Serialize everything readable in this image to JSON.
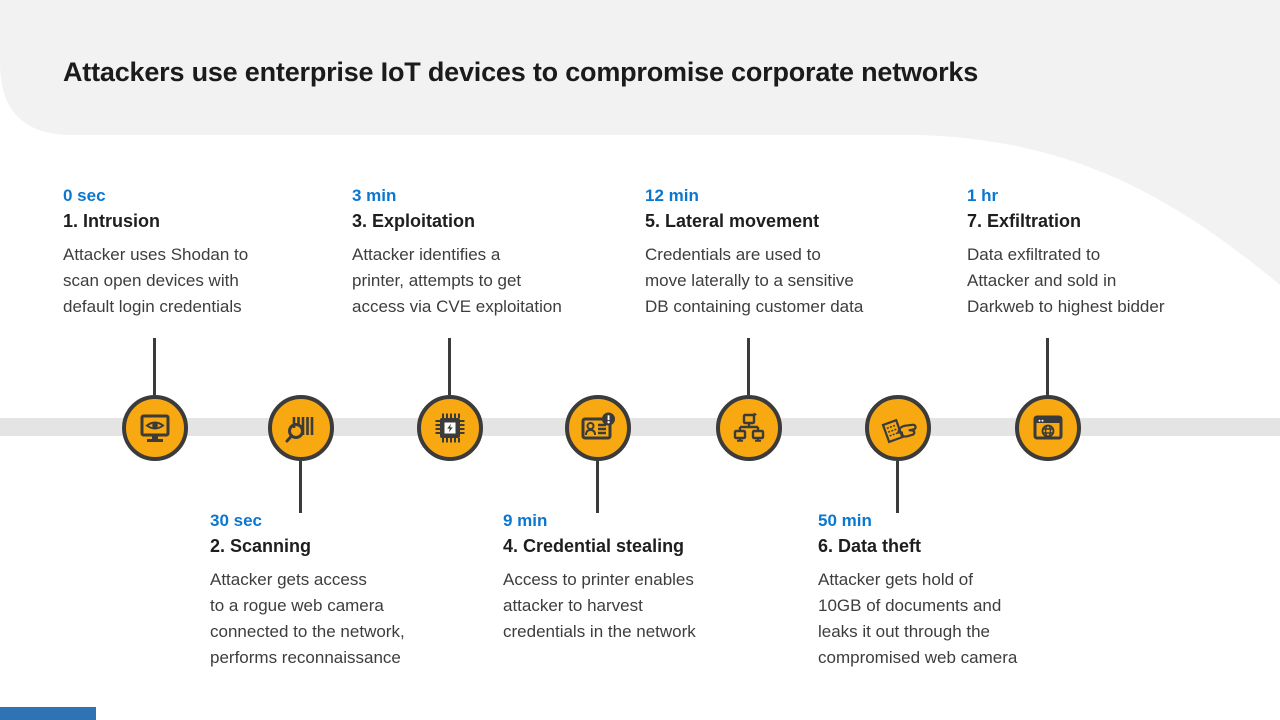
{
  "slide": {
    "title": "Attackers use enterprise IoT devices to compromise corporate networks"
  },
  "colors": {
    "time_label_blue": "#0B78D0",
    "icon_circle_yellow": "#F8A912",
    "icon_stroke_dark": "#3B3B3B",
    "header_gray": "#F2F2F2",
    "timeline_band_gray": "#E4E4E4",
    "footer_accent_blue": "#2E74B5"
  },
  "timeline": {
    "steps": [
      {
        "time": "0 sec",
        "name": "1. Intrusion",
        "description": "Attacker uses Shodan to\nscan open devices with\ndefault login credentials",
        "side": "top",
        "icon": "monitor-eye-icon"
      },
      {
        "time": "30 sec",
        "name": "2. Scanning",
        "description": "Attacker gets access\nto a rogue web camera\nconnected to the network,\nperforms reconnaissance",
        "side": "bottom",
        "icon": "barcode-scanner-icon"
      },
      {
        "time": "3 min",
        "name": "3. Exploitation",
        "description": "Attacker identifies a\nprinter, attempts to get\naccess via CVE exploitation",
        "side": "top",
        "icon": "cpu-exploit-icon"
      },
      {
        "time": "9 min",
        "name": "4. Credential stealing",
        "description": "Access to printer enables\nattacker to harvest\ncredentials in the network",
        "side": "bottom",
        "icon": "id-card-alert-icon"
      },
      {
        "time": "12 min",
        "name": "5. Lateral movement",
        "description": "Credentials are used to\nmove laterally to a sensitive\nDB containing customer data",
        "side": "top",
        "icon": "network-nodes-icon"
      },
      {
        "time": "50 min",
        "name": "6. Data theft",
        "description": "Attacker gets hold of\n10GB of documents and\nleaks it out through the\ncompromised web camera",
        "side": "bottom",
        "icon": "hand-stealing-data-icon"
      },
      {
        "time": "1 hr",
        "name": "7. Exfiltration",
        "description": "Data exfiltrated to\nAttacker and sold in\nDarkweb to highest bidder",
        "side": "top",
        "icon": "browser-globe-icon"
      }
    ]
  }
}
